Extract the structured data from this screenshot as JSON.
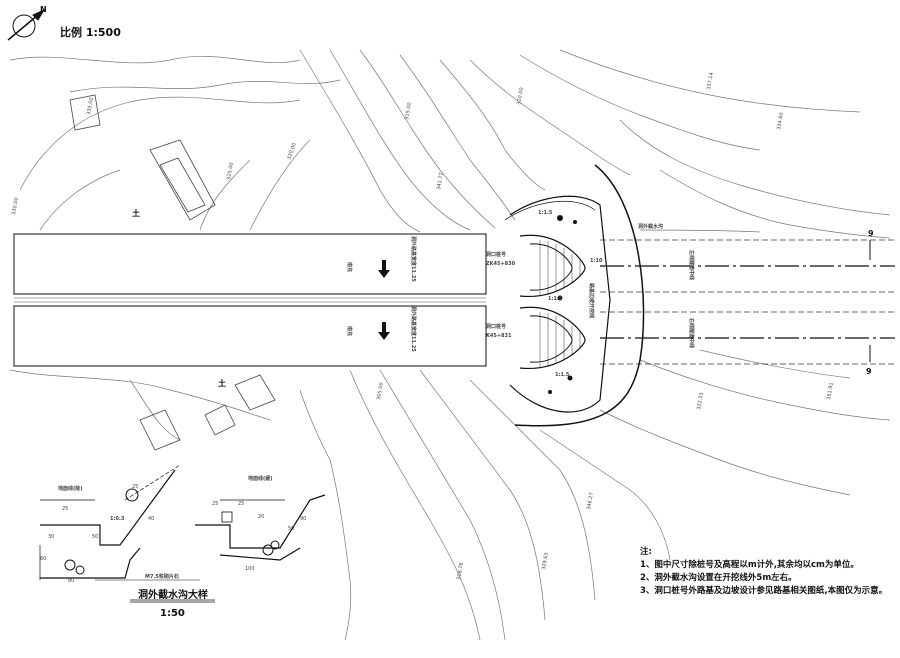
{
  "scale_text": "比例 1:500",
  "north_label": "N",
  "road": {
    "direction_left": "南充",
    "direction_right": "南充",
    "portal_offset_left": "洞外路基宽度11.25",
    "portal_offset_right": "洞外路基宽度11.25"
  },
  "portal": {
    "left_label": "洞口桩号",
    "left_station": "ZK45+830",
    "right_label": "洞口桩号",
    "right_station": "K45+831",
    "slope_top": "1:1.5",
    "slope_mid": "1:1.5",
    "slope_bottom": "1:1.5",
    "slope_side": "1:10",
    "ditch_label": "洞外截水沟",
    "left_centerline": "左线隧道中线",
    "right_centerline": "右线隧道中线",
    "inner_label": "路基边坡开挖线",
    "section_mark_top": "9",
    "section_mark_bottom": "9"
  },
  "terrain": {
    "soil_1": "土",
    "soil_2": "土",
    "contours": [
      "335.00",
      "330.00",
      "325.00",
      "320.00",
      "315.00",
      "310.00",
      "341.77",
      "337.14",
      "334.60",
      "322.33",
      "351.91",
      "346.27",
      "329.63",
      "318.76",
      "305.00"
    ]
  },
  "detail": {
    "title": "洞外截水沟大样",
    "scale": "1:50",
    "ground_steep": "地面线(陡)",
    "ground_gentle": "地面线(缓)",
    "slope_ratio": "1:0.3",
    "material": "M7.5浆砌片石",
    "dim_25a": "25",
    "dim_25b": "25",
    "dim_25c": "25",
    "dim_25d": "25",
    "dim_30": "30",
    "dim_50a": "50",
    "dim_50b": "50",
    "dim_60": "60",
    "dim_80": "80",
    "dim_100": "100",
    "dim_40": "40",
    "dim_20": "20",
    "dim_90": "90"
  },
  "notes": {
    "heading": "注:",
    "items": [
      "1、图中尺寸除桩号及高程以m计外,其余均以cm为单位。",
      "2、洞外截水沟设置在开挖线外5m左右。",
      "3、洞口桩号外路基及边坡设计参见路基相关图纸,本图仅为示意。"
    ]
  }
}
